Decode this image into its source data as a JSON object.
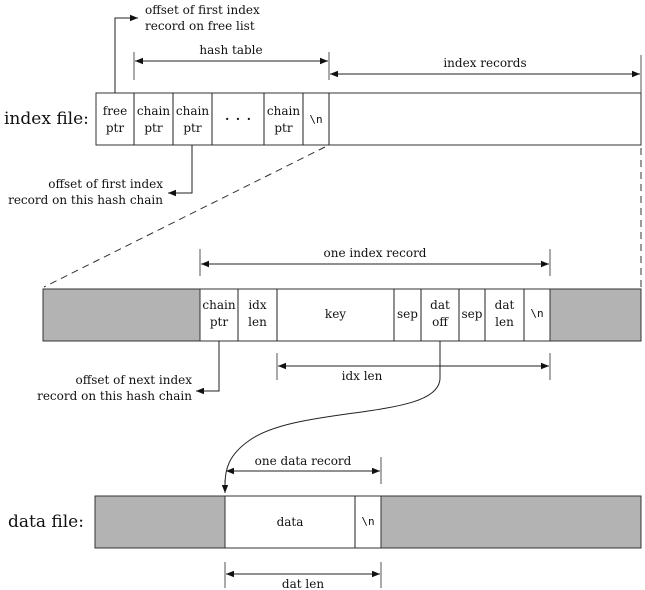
{
  "diagram": {
    "index_file": {
      "label": "index file:",
      "cells": [
        {
          "line1": "free",
          "line2": "ptr"
        },
        {
          "line1": "chain",
          "line2": "ptr"
        },
        {
          "line1": "chain",
          "line2": "ptr"
        },
        {
          "line1": "· · ·",
          "line2": ""
        },
        {
          "line1": "chain",
          "line2": "ptr"
        },
        {
          "line1": "\\n",
          "line2": ""
        }
      ],
      "annotations": {
        "free_list_line1": "offset of first index",
        "free_list_line2": "record on free list",
        "hash_table": "hash table",
        "index_records": "index records",
        "hash_chain_line1": "offset of first index",
        "hash_chain_line2": "record on this hash chain"
      }
    },
    "index_record": {
      "span_label": "one index record",
      "cells": [
        {
          "line1": "chain",
          "line2": "ptr"
        },
        {
          "line1": "idx",
          "line2": "len"
        },
        {
          "line1": "key",
          "line2": ""
        },
        {
          "line1": "sep",
          "line2": ""
        },
        {
          "line1": "dat",
          "line2": "off"
        },
        {
          "line1": "sep",
          "line2": ""
        },
        {
          "line1": "dat",
          "line2": "len"
        },
        {
          "line1": "\\n",
          "line2": ""
        }
      ],
      "idx_len_label": "idx len",
      "next_line1": "offset of next index",
      "next_line2": "record on this hash chain"
    },
    "data_file": {
      "label": "data file:",
      "span_label": "one data record",
      "cells": [
        {
          "line1": "data",
          "line2": ""
        },
        {
          "line1": "\\n",
          "line2": ""
        }
      ],
      "dat_len_label": "dat len"
    }
  }
}
